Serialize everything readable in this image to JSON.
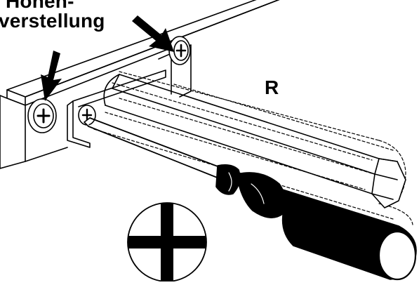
{
  "caption": {
    "line1": "Höhen-",
    "line2": "verstellung"
  },
  "screwdriver_label": "R",
  "icons": {
    "arrow": "arrow-down-right-icon",
    "screw": "phillips-screw-icon",
    "tip": "phillips-cross-icon"
  }
}
